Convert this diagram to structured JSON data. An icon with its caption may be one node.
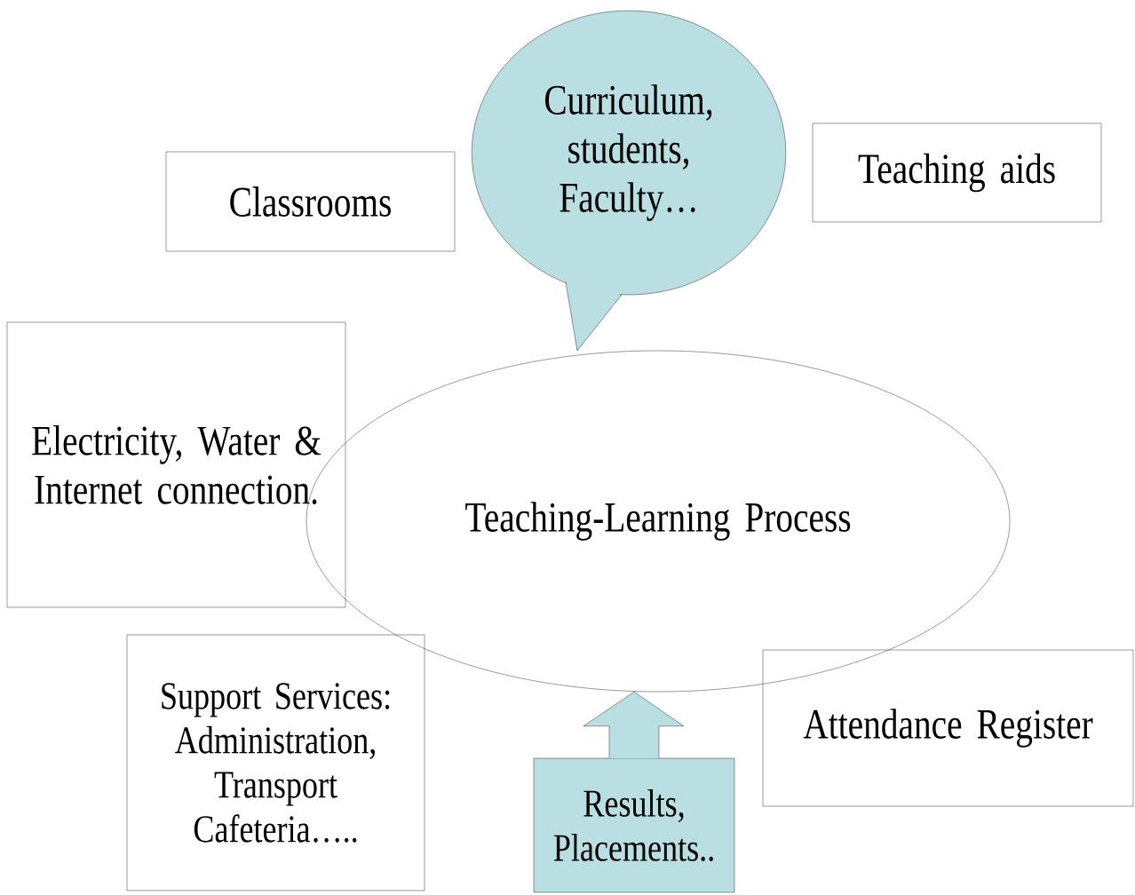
{
  "diagram": {
    "nodes": [
      {
        "text": [
          "Curriculum, students, Faculty…"
        ]
      },
      {
        "text": [
          "Classrooms"
        ]
      },
      {
        "text": [
          "Teaching aids"
        ]
      },
      {
        "text": [
          "Electricity, Water & Internet connection."
        ]
      },
      {
        "text": [
          "Teaching-Learning Process"
        ]
      },
      {
        "text": [
          "Support Services: Administration, Transport Cafeteria….."
        ]
      },
      {
        "text": [
          "Attendance Register"
        ]
      },
      {
        "text": [
          "Results, Placements.."
        ]
      }
    ],
    "edges": [
      {
        "from": 7,
        "to": 4,
        "arrow": "to"
      }
    ]
  }
}
